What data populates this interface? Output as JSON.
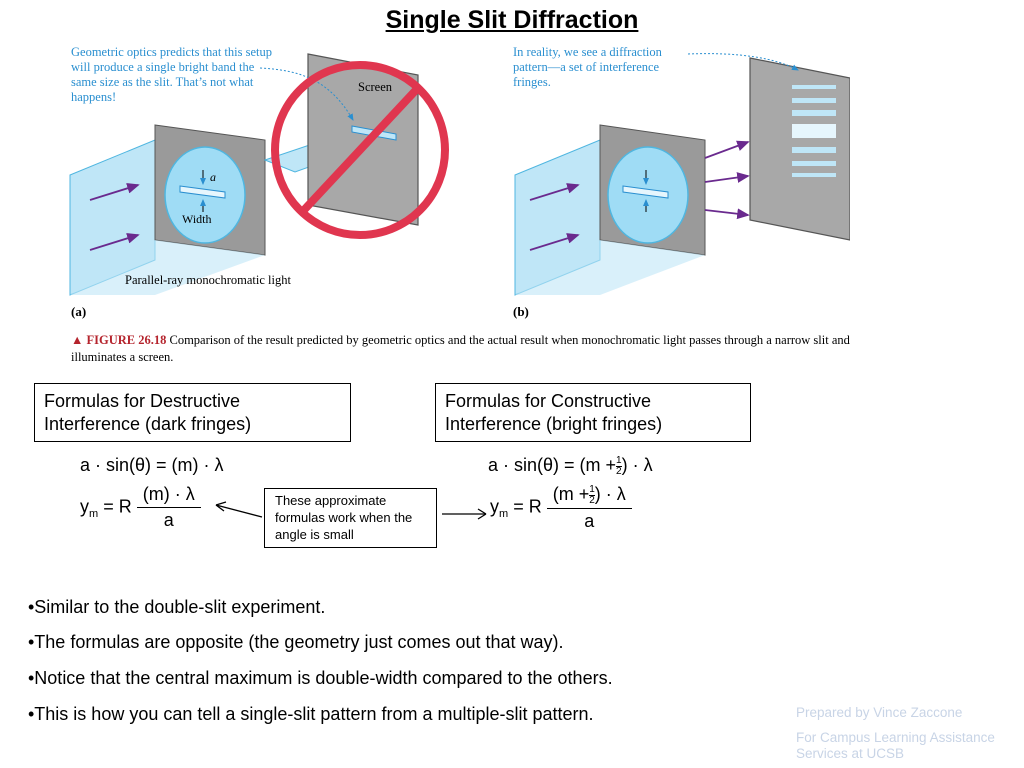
{
  "title": "Single Slit Diffraction",
  "figure": {
    "note_left": "Geometric optics predicts that this setup will produce a single bright band the same size as the slit. That’s not what happens!",
    "note_right": "In reality, we see a diffraction pattern—a set of interference fringes.",
    "screen_label": "Screen",
    "slit_symbol": "a",
    "width_label": "Width",
    "light_label": "Parallel-ray monochromatic light",
    "label_a": "(a)",
    "label_b": "(b)",
    "caption_prefix": "▲ FIGURE 26.18",
    "caption_text": "Comparison of the result predicted by geometric optics and the actual result when monochromatic light passes through a narrow slit and illuminates a screen."
  },
  "destructive": {
    "box_line1": "Formulas for Destructive",
    "box_line2": "Interference (dark fringes)",
    "f1_left": "a · sin(θ) = (m) · λ",
    "f2_y": "y",
    "f2_sub": "m",
    "f2_eq": "= R",
    "f2_num": "(m) · λ",
    "f2_den": "a"
  },
  "constructive": {
    "box_line1": "Formulas for Constructive",
    "box_line2": "Interference (bright fringes)",
    "f1_left": "a · sin(θ) = (m +",
    "f1_right": ") · λ",
    "half_num": "1",
    "half_den": "2",
    "f2_y": "y",
    "f2_sub": "m",
    "f2_eq": "= R",
    "f2_num_left": "(m +",
    "f2_num_right": ") · λ",
    "f2_den": "a"
  },
  "approx_note": "These approximate formulas work when the angle is small",
  "bullets": [
    "•Similar to the double-slit experiment.",
    "•The formulas are opposite (the geometry just comes out that way).",
    "•Notice that the central maximum is double-width compared to the others.",
    "•This is how you can tell a single-slit pattern from a multiple-slit pattern."
  ],
  "credit_line1": "Prepared by Vince Zaccone",
  "credit_line2": "For Campus Learning Assistance Services at UCSB",
  "colors": {
    "beam": "#bfe6f7",
    "beam_edge": "#4fb6e0",
    "screen": "#a8a8a8",
    "prohibit": "#e0364f",
    "arrow": "#6a2a8e",
    "note": "#2a8fd0"
  }
}
